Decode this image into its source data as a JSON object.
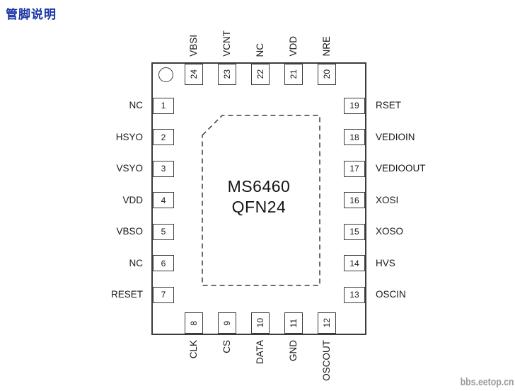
{
  "title": "管脚说明",
  "chip": {
    "line1": "MS6460",
    "line2": "QFN24"
  },
  "pins": {
    "left": [
      {
        "num": "1",
        "label": "NC"
      },
      {
        "num": "2",
        "label": "HSYO"
      },
      {
        "num": "3",
        "label": "VSYO"
      },
      {
        "num": "4",
        "label": "VDD"
      },
      {
        "num": "5",
        "label": "VBSO"
      },
      {
        "num": "6",
        "label": "NC"
      },
      {
        "num": "7",
        "label": "RESET"
      }
    ],
    "right": [
      {
        "num": "19",
        "label": "RSET"
      },
      {
        "num": "18",
        "label": "VEDIOIN"
      },
      {
        "num": "17",
        "label": "VEDIOOUT"
      },
      {
        "num": "16",
        "label": "XOSI"
      },
      {
        "num": "15",
        "label": "XOSO"
      },
      {
        "num": "14",
        "label": "HVS"
      },
      {
        "num": "13",
        "label": "OSCIN"
      }
    ],
    "top": [
      {
        "num": "24",
        "label": "VBSI"
      },
      {
        "num": "23",
        "label": "VCNT"
      },
      {
        "num": "22",
        "label": "NC"
      },
      {
        "num": "21",
        "label": "VDD"
      },
      {
        "num": "20",
        "label": "NRE"
      }
    ],
    "bottom": [
      {
        "num": "8",
        "label": "CLK"
      },
      {
        "num": "9",
        "label": "CS"
      },
      {
        "num": "10",
        "label": "DATA"
      },
      {
        "num": "11",
        "label": "GND"
      },
      {
        "num": "12",
        "label": "OSCOUT"
      }
    ]
  },
  "watermark": "bbs.eetop.cn",
  "colors": {
    "title": "#1934a6",
    "line": "#3c3c3c",
    "text": "#1a1a1a",
    "watermark": "#9a9a9a"
  }
}
